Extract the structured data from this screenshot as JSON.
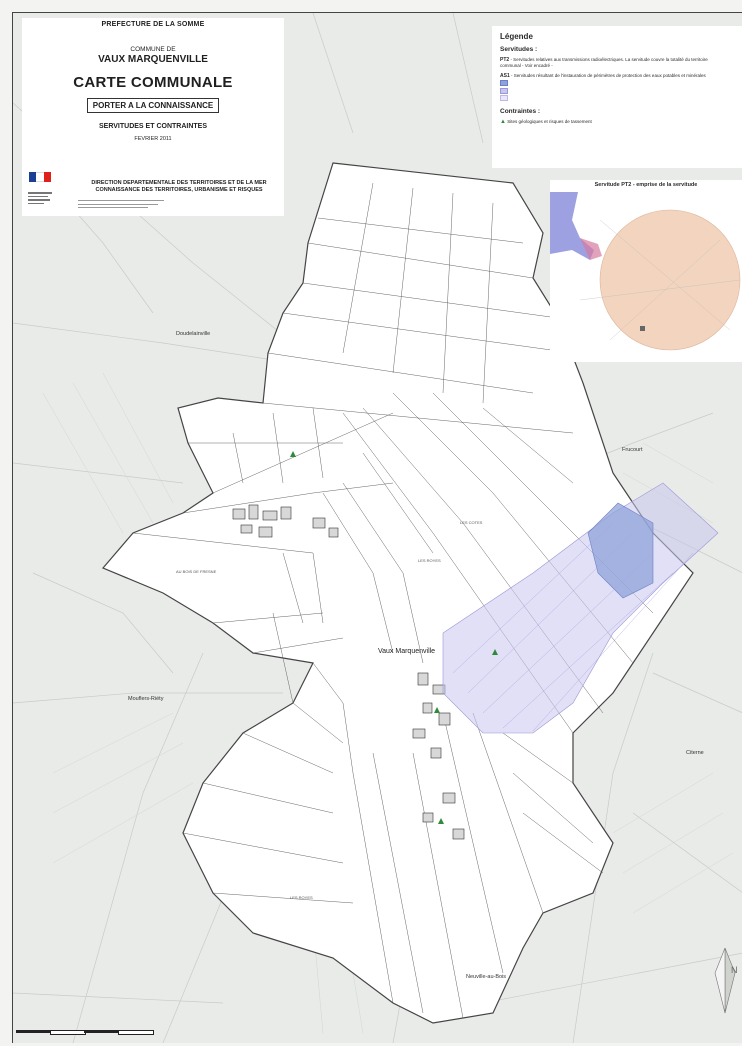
{
  "title_block": {
    "prefecture": "PREFECTURE DE LA SOMME",
    "commune_de": "COMMUNE DE",
    "commune_name": "VAUX MARQUENVILLE",
    "main_title": "CARTE COMMUNALE",
    "porter": "PORTER A LA CONNAISSANCE",
    "servitudes": "SERVITUDES ET CONTRAINTES",
    "date": "FEVRIER 2011",
    "direction_line1": "DIRECTION DEPARTEMENTALE DES TERRITOIRES ET DE LA MER",
    "direction_line2": "CONNAISSANCE DES TERRITOIRES, URBANISME ET RISQUES"
  },
  "legend": {
    "title": "Légende",
    "servitudes_heading": "Servitudes :",
    "pt2_code": "PT2",
    "pt2_text": "- Servitudes relatives aux transmissions radioélectriques. La servitude couvre la totalité du territoire communal - Voir encadré -",
    "as1_code": "AS1",
    "as1_text": "- Servitudes résultant de l'instauration de périmètres de protection des eaux potables et minérales",
    "contraintes_heading": "Contraintes :",
    "contraintes_text": "Sites géologiques et risques de tassement"
  },
  "inset": {
    "title": "Servitude PT2 - emprise de la servitude"
  },
  "places": [
    {
      "name": "Doudelainville",
      "size": "normal"
    },
    {
      "name": "Vaux Marquenville",
      "size": "big"
    },
    {
      "name": "Frucourt",
      "size": "normal"
    },
    {
      "name": "Citerne",
      "size": "normal"
    },
    {
      "name": "Mouflers-Riéty",
      "size": "normal"
    },
    {
      "name": "Neuville-au-Bois",
      "size": "normal"
    },
    {
      "name": "AU BOIS DE FRESNE",
      "size": "faint"
    },
    {
      "name": "LES ROYES",
      "size": "faint"
    },
    {
      "name": "LES ROYES",
      "size": "faint"
    },
    {
      "name": "LES COTES",
      "size": "faint"
    }
  ],
  "colors": {
    "perimeter_fill": "#ffffff",
    "outline": "#444444",
    "as1_zone": "#c9c6ee",
    "as1_core": "#8ea3da",
    "pt2_circle": "#f0ccb4",
    "pt2_water": "#8c8fdc",
    "site_marker": "#2f8a3a",
    "flag_blue": "#1c3f94",
    "flag_red": "#e0201a"
  }
}
